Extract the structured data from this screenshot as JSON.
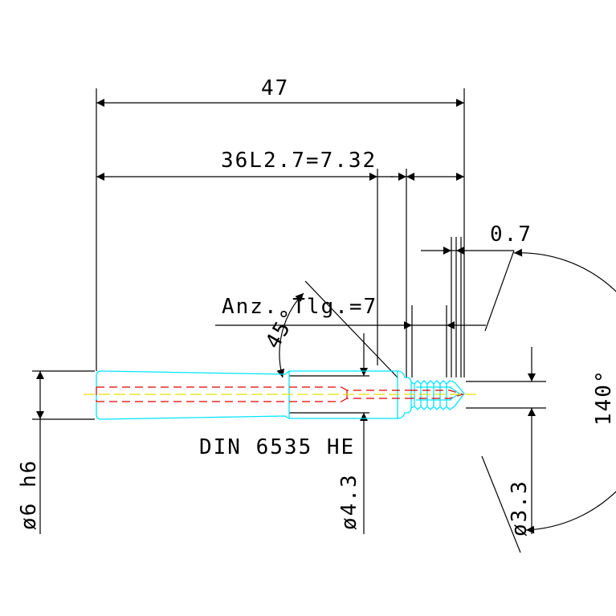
{
  "drawing": {
    "title_label": "DIN 6535 HE",
    "dimensions": {
      "overall_length": "47",
      "flute_length": "36L2.7=7.32",
      "chamfer": "0.7",
      "teeth_count": "Anz. Tlg.=7",
      "chamfer_angle": "45°",
      "point_angle": "140°",
      "shank_diameter": "ø6 h6",
      "neck_diameter": "ø4.3",
      "thread_diameter": "ø3.3"
    },
    "colors": {
      "dimension_lines": "#000000",
      "tool_outline": "#00e5ff",
      "hidden_lines": "#e00000",
      "center_line": "#e8e000"
    }
  }
}
